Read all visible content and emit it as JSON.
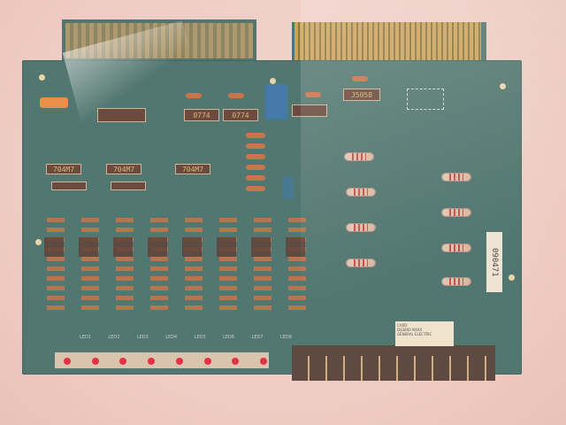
{
  "scene": {
    "description": "Printed circuit board sealed in a translucent pink anti-static bag",
    "background_color": "#f0cfc6",
    "board_color": "#3d6d66"
  },
  "ic_labels": {
    "top_row": [
      "0774",
      "0774",
      "J5058"
    ],
    "second_row": [
      "704M7",
      "704M7",
      "704M7"
    ]
  },
  "serial_sticker": "090471",
  "bottom_sticker": {
    "lines": [
      "CARD",
      "DS3800 NXXX",
      "GENERAL ELECTRIC"
    ]
  },
  "silkscreen_bottom": [
    "LED1",
    "LED2",
    "LED3",
    "LED4",
    "LED5",
    "LED6",
    "LED7",
    "LED8"
  ],
  "led_count": 8,
  "resistor_column_count": 8
}
